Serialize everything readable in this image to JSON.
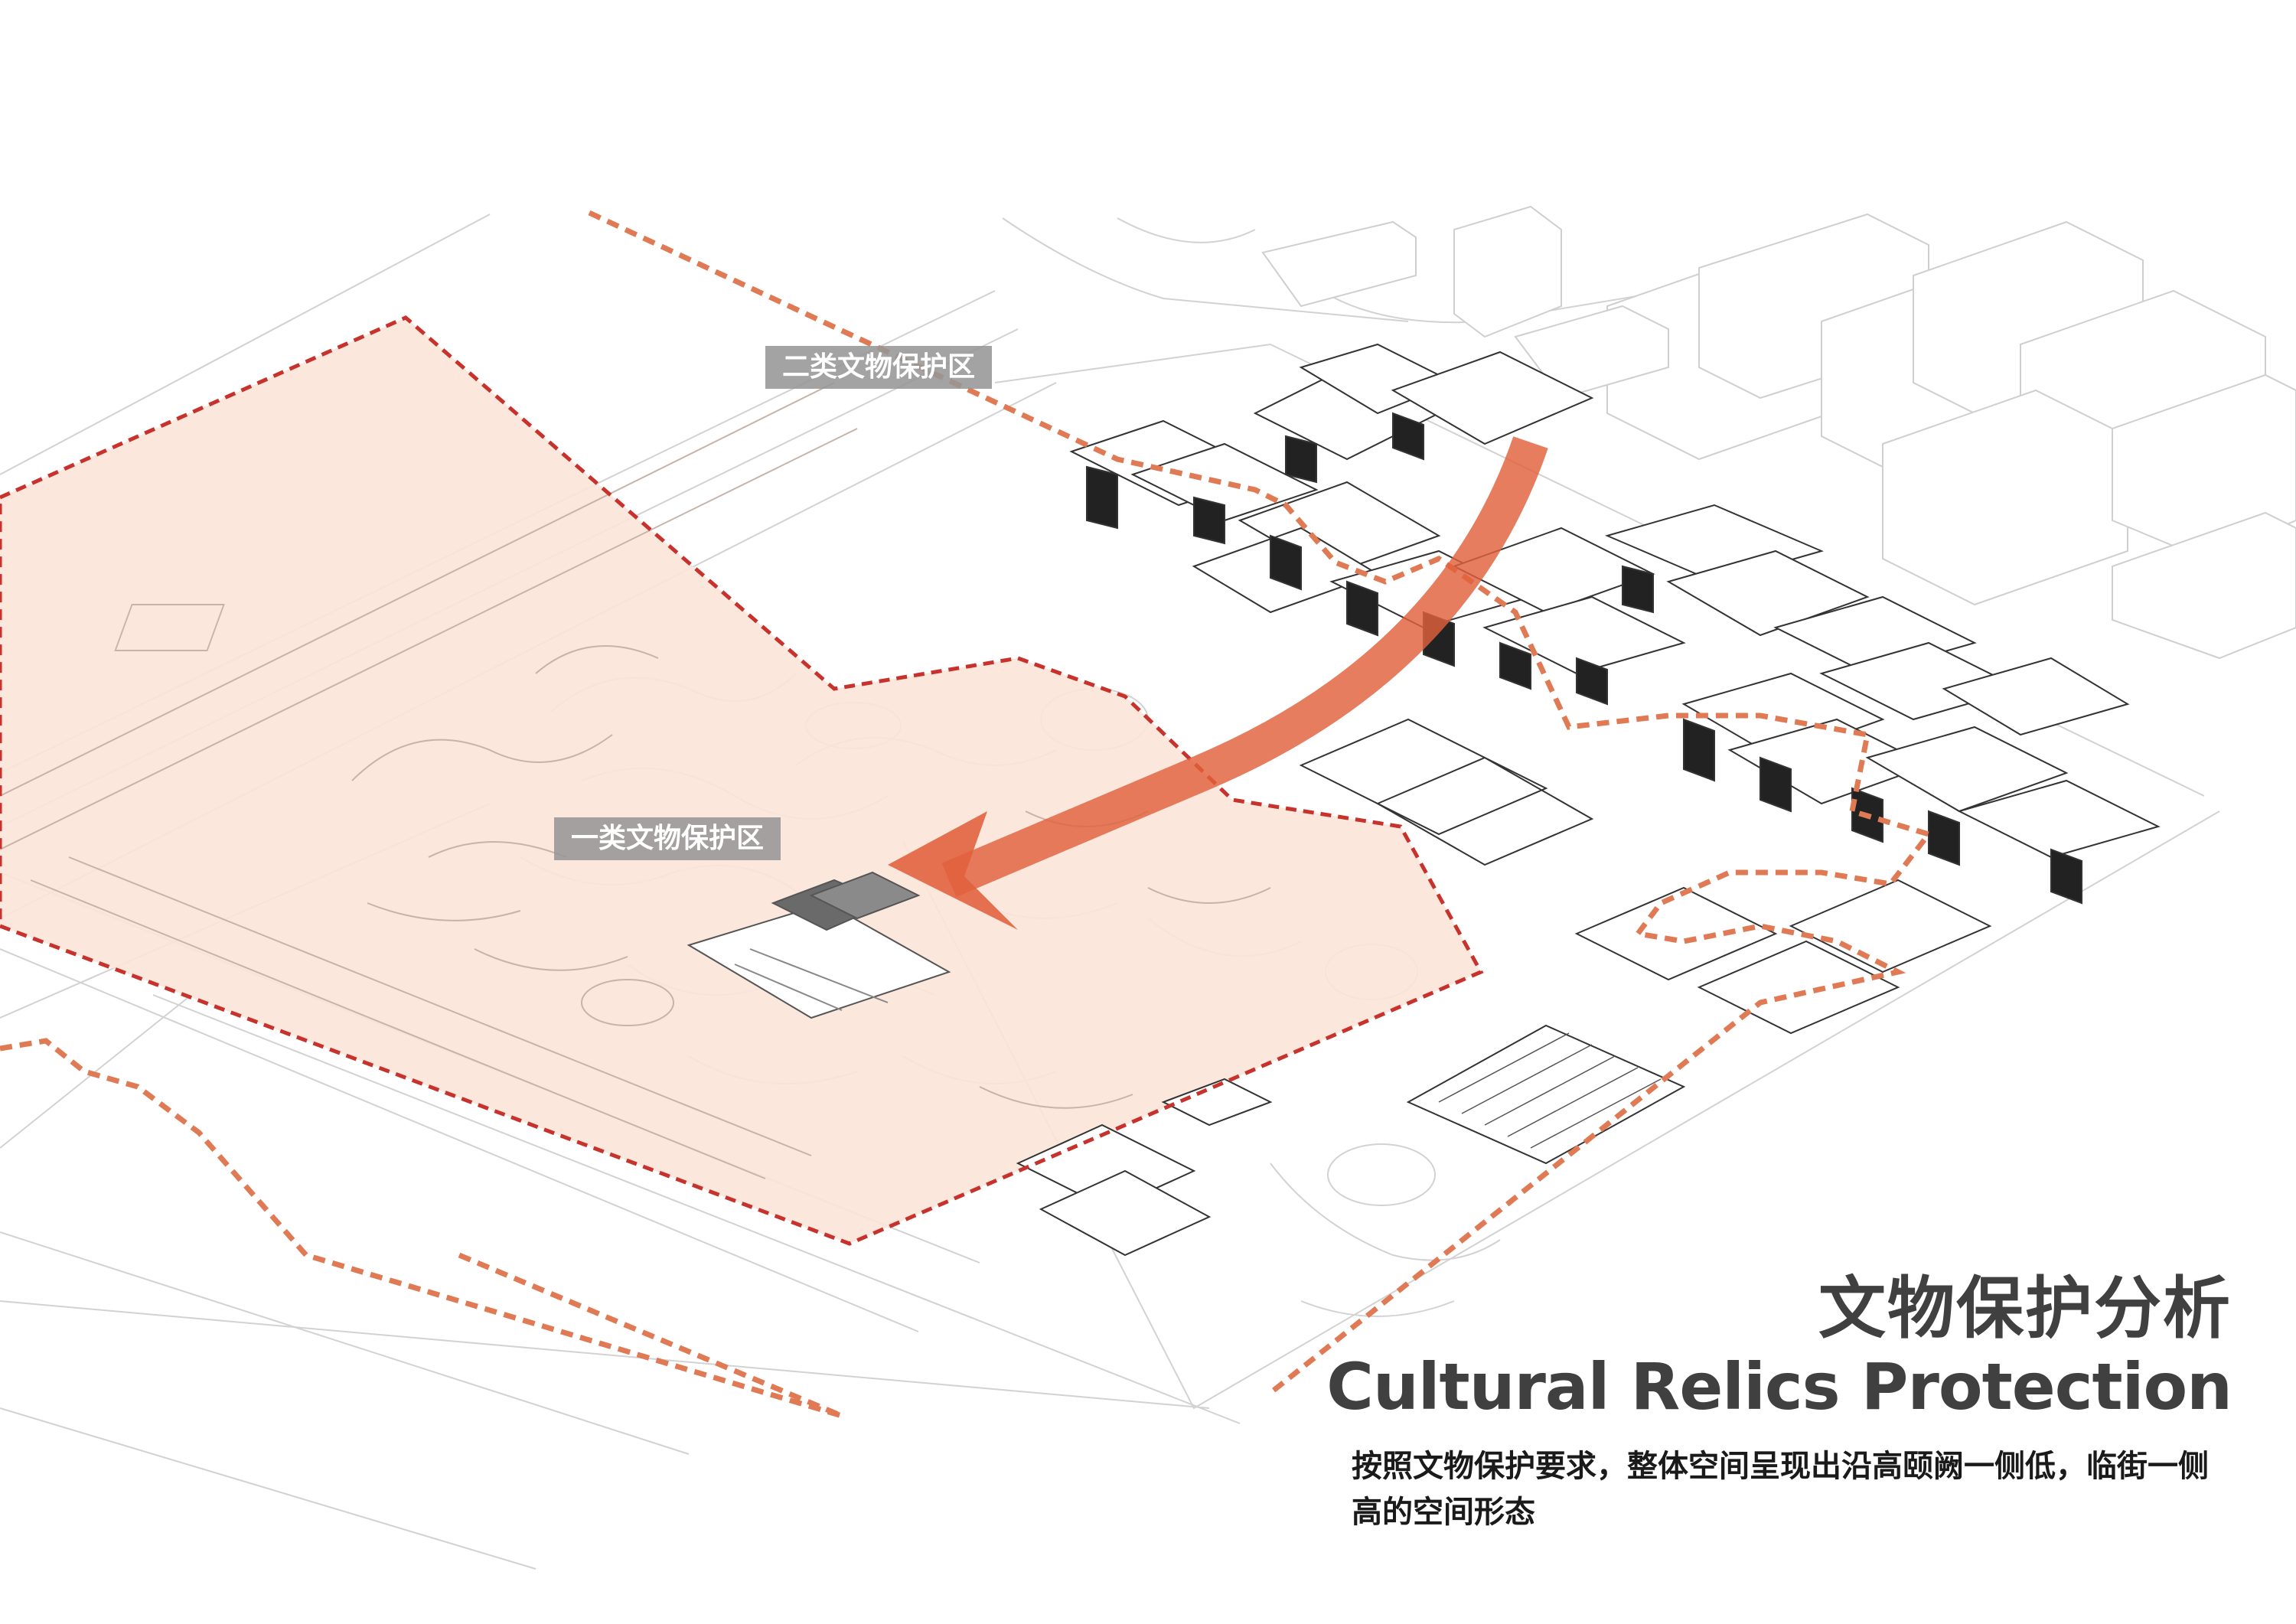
{
  "zones": {
    "class2_label": "二类文物保护区",
    "class1_label": "一类文物保护区"
  },
  "title": {
    "chinese": "文物保护分析",
    "english": "Cultural Relics Protection"
  },
  "description": "按照文物保护要求，整体空间呈现出沿高颐阙一侧低，临街一侧高的空间形态",
  "colors": {
    "boundary_class1": "#c8322c",
    "boundary_class2": "#e07a55",
    "zone_fill": "#fbe4d8",
    "arrow": "#e0603c",
    "title_text": "#404040",
    "label_bg": "#969696"
  }
}
